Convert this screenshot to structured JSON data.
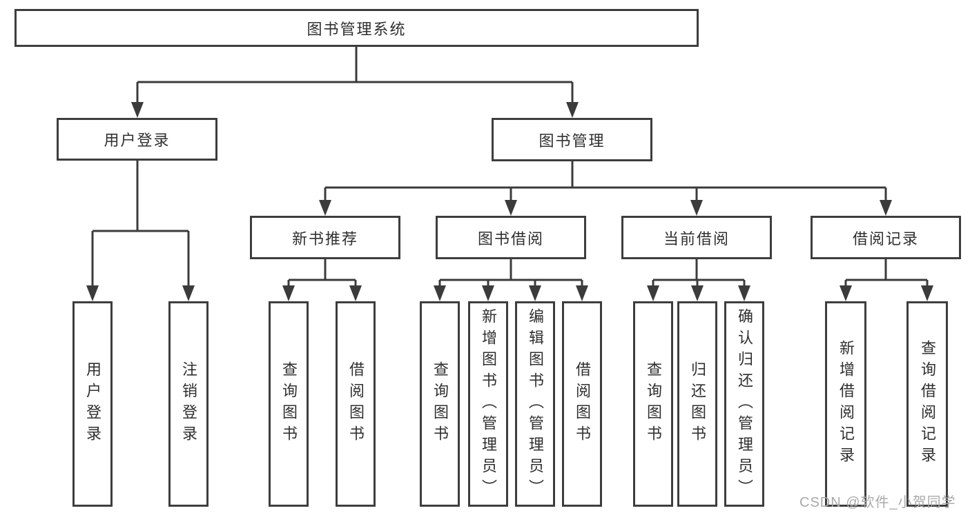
{
  "root": {
    "label": "图书管理系统"
  },
  "level2": [
    {
      "label": "用户登录"
    },
    {
      "label": "图书管理"
    }
  ],
  "level3": [
    {
      "label": "新书推荐"
    },
    {
      "label": "图书借阅"
    },
    {
      "label": "当前借阅"
    },
    {
      "label": "借阅记录"
    }
  ],
  "leaves": [
    {
      "label": "用户登录"
    },
    {
      "label": "注销登录"
    },
    {
      "label": "查询图书"
    },
    {
      "label": "借阅图书"
    },
    {
      "label": "查询图书"
    },
    {
      "label": "新增图书（管理员）"
    },
    {
      "label": "编辑图书（管理员）"
    },
    {
      "label": "借阅图书"
    },
    {
      "label": "查询图书"
    },
    {
      "label": "归还图书"
    },
    {
      "label": "确认归还（管理员）"
    },
    {
      "label": "新增借阅记录"
    },
    {
      "label": "查询借阅记录"
    }
  ],
  "watermark": "CSDN @软件_小贺同学",
  "colors": {
    "line": "#3b3b3b",
    "box_border": "#3d3d3d",
    "text": "#2f2f2f",
    "background": "#ffffff",
    "watermark": "#a9a9a9"
  }
}
